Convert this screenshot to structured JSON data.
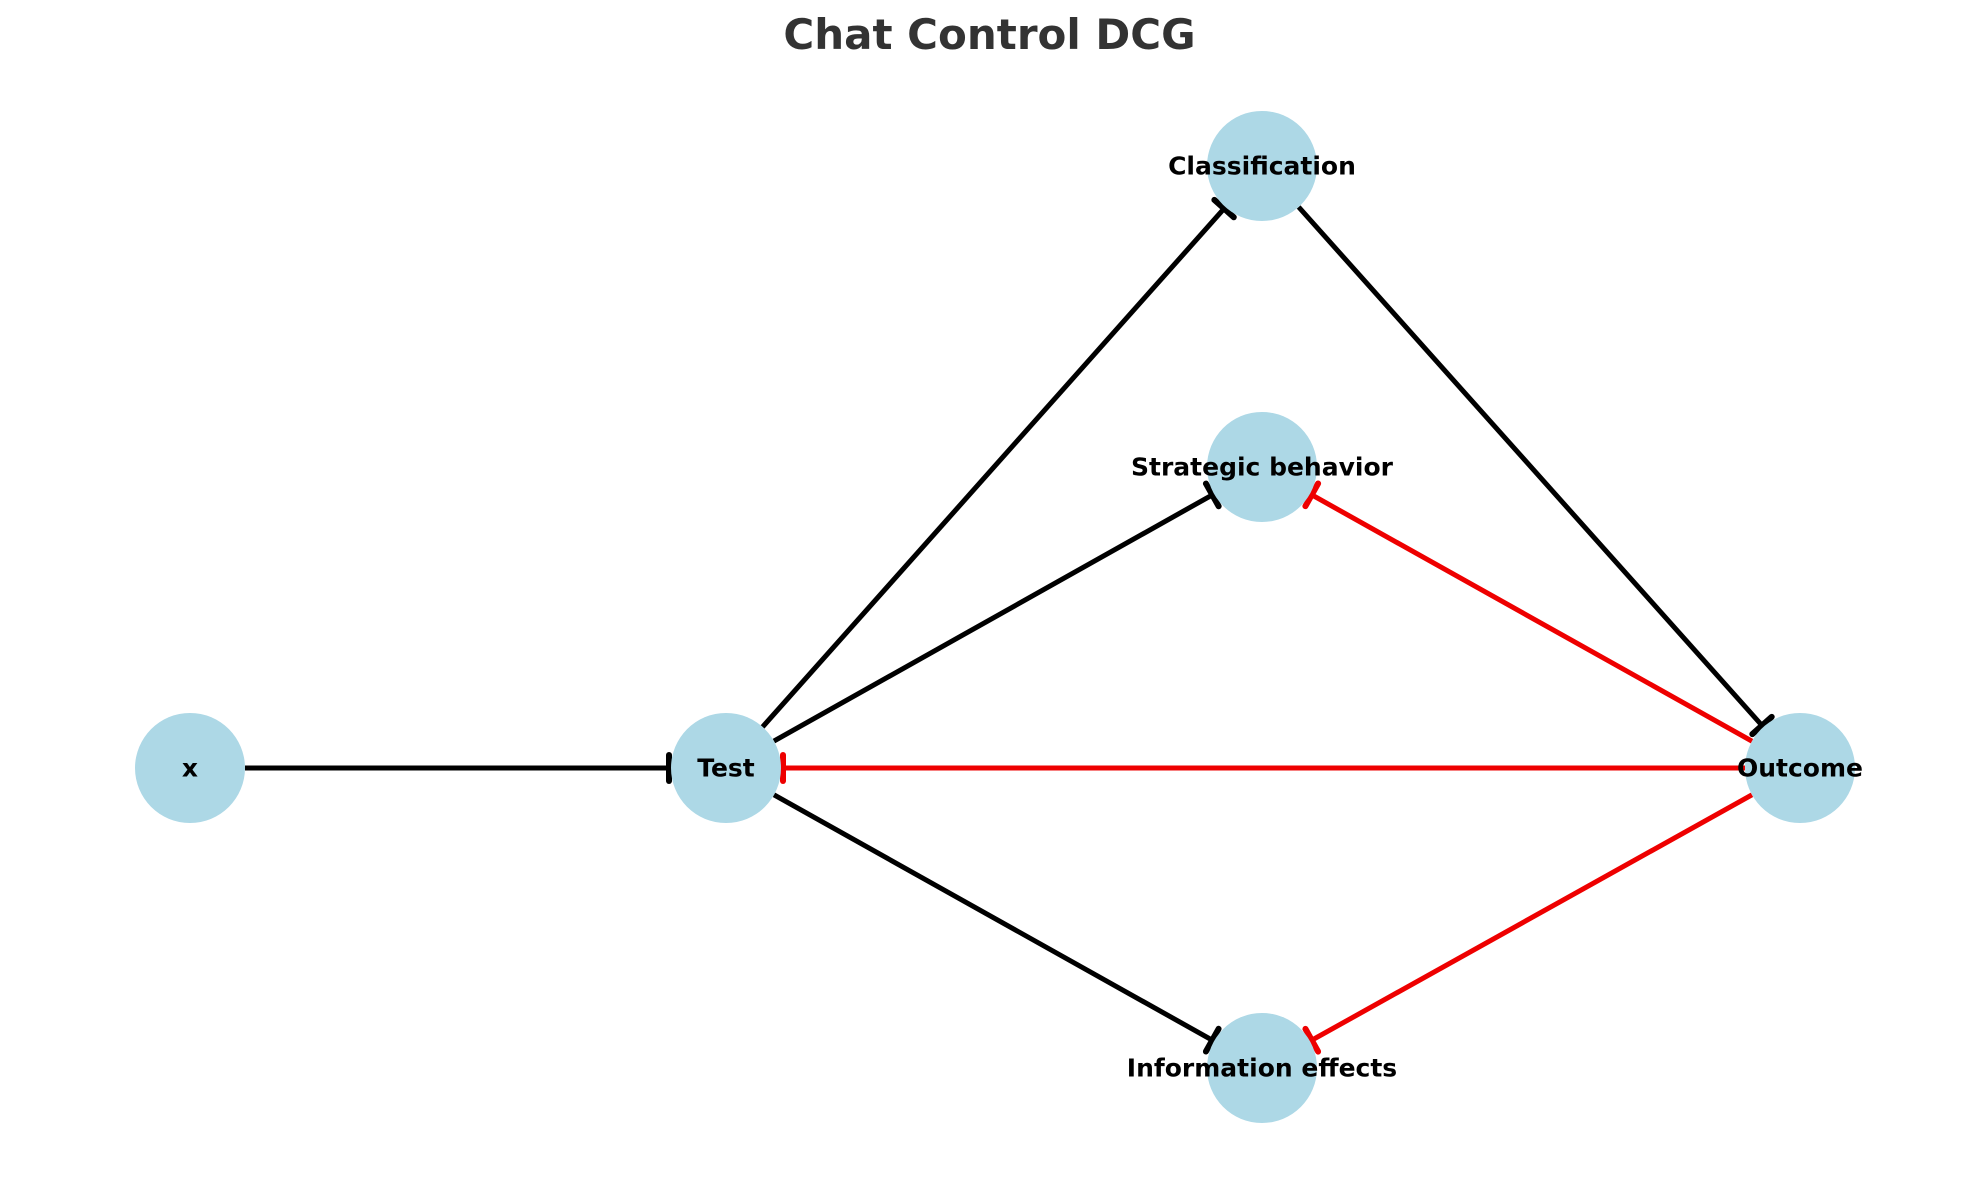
{
  "title": "Chat Control DCG",
  "colors": {
    "node_fill": "#add8e6",
    "edge_black": "#000000",
    "edge_red": "#ee0000"
  },
  "nodes": [
    {
      "id": "x",
      "label": "x"
    },
    {
      "id": "test",
      "label": "Test"
    },
    {
      "id": "classification",
      "label": "Classification"
    },
    {
      "id": "strategic",
      "label": "Strategic behavior"
    },
    {
      "id": "information",
      "label": "Information effects"
    },
    {
      "id": "outcome",
      "label": "Outcome"
    }
  ],
  "edges": [
    {
      "from": "x",
      "to": "test",
      "color": "black"
    },
    {
      "from": "test",
      "to": "classification",
      "color": "black"
    },
    {
      "from": "test",
      "to": "strategic",
      "color": "black"
    },
    {
      "from": "test",
      "to": "information",
      "color": "black"
    },
    {
      "from": "classification",
      "to": "outcome",
      "color": "black"
    },
    {
      "from": "outcome",
      "to": "strategic",
      "color": "red"
    },
    {
      "from": "outcome",
      "to": "test",
      "color": "red"
    },
    {
      "from": "outcome",
      "to": "information",
      "color": "red"
    }
  ]
}
